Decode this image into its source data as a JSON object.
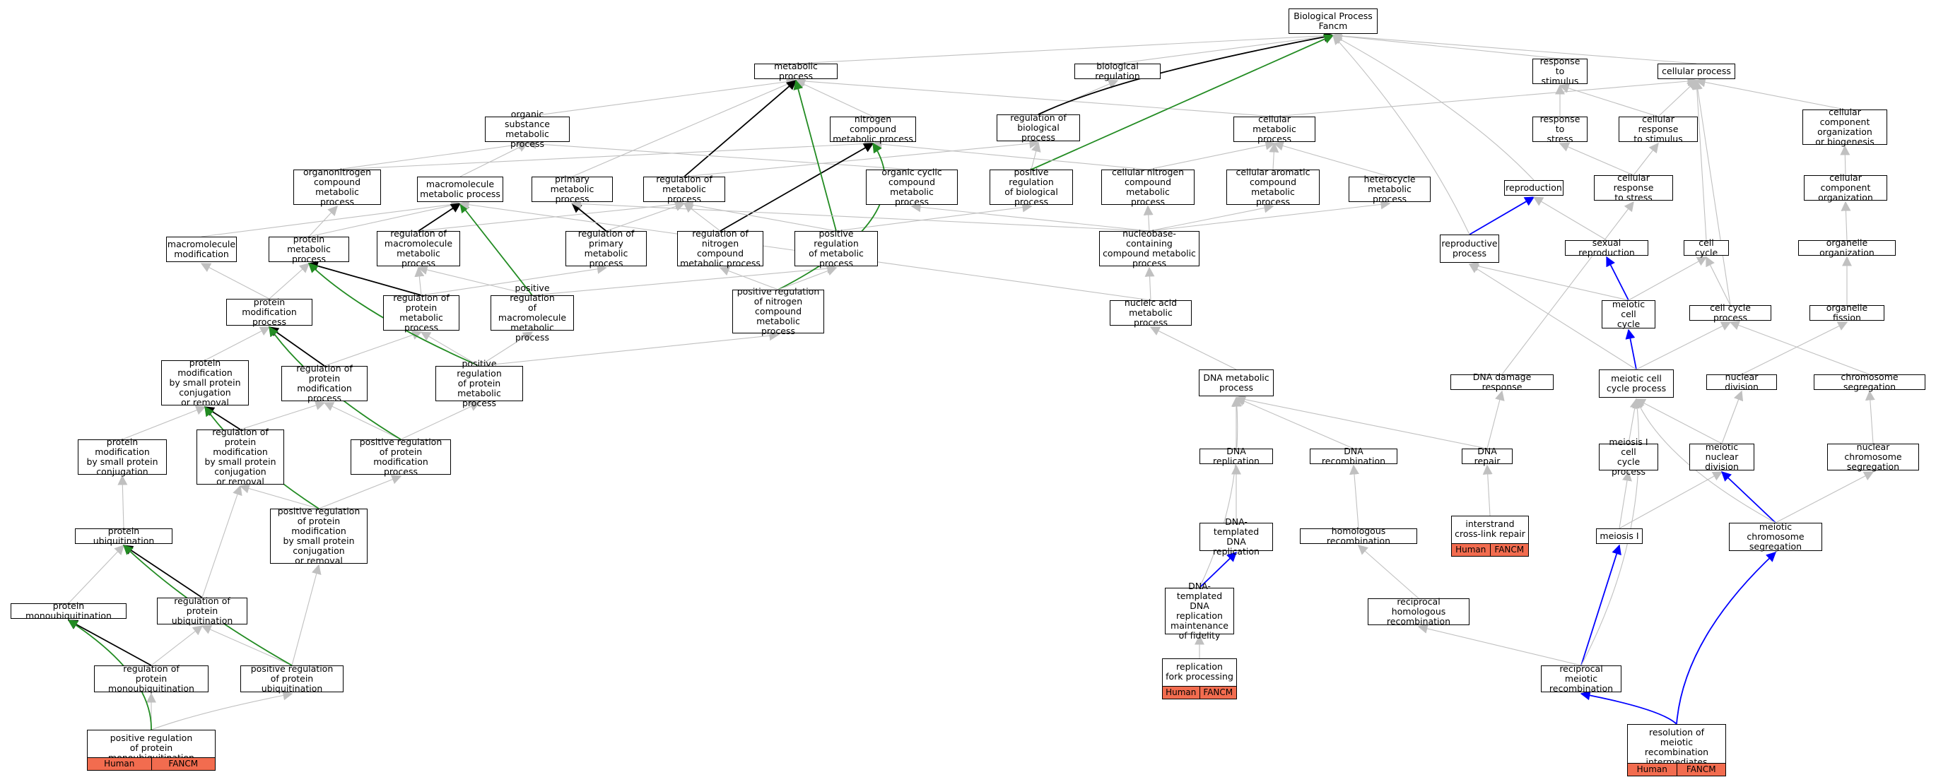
{
  "colors": {
    "is_a": "#c0c0c0",
    "regulates": "#000000",
    "positively_regulates": "#228b22",
    "part_of": "#0000ff",
    "annotation": "#f26c4f"
  },
  "nodes": [
    {
      "id": "bp",
      "label": "Biological Process\nFancm"
    },
    {
      "id": "metabolic",
      "label": "metabolic process"
    },
    {
      "id": "bioreg",
      "label": "biological regulation"
    },
    {
      "id": "resp_stim",
      "label": "response to\nstimulus"
    },
    {
      "id": "cellular",
      "label": "cellular process"
    },
    {
      "id": "org_sub",
      "label": "organic substance\nmetabolic process"
    },
    {
      "id": "nitro",
      "label": "nitrogen compound\nmetabolic process"
    },
    {
      "id": "reg_bio",
      "label": "regulation of\nbiological process"
    },
    {
      "id": "cell_met",
      "label": "cellular metabolic\nprocess"
    },
    {
      "id": "resp_stress",
      "label": "response to\nstress"
    },
    {
      "id": "cell_resp_stim",
      "label": "cellular response\nto stimulus"
    },
    {
      "id": "ccorg_bio",
      "label": "cellular component\norganization\nor biogenesis"
    },
    {
      "id": "orgnitro",
      "label": "organonitrogen\ncompound metabolic\nprocess"
    },
    {
      "id": "macro",
      "label": "macromolecule\nmetabolic process"
    },
    {
      "id": "primary",
      "label": "primary metabolic\nprocess"
    },
    {
      "id": "reg_met",
      "label": "regulation of\nmetabolic process"
    },
    {
      "id": "org_cyclic",
      "label": "organic cyclic\ncompound metabolic\nprocess"
    },
    {
      "id": "pos_reg_bio",
      "label": "positive regulation\nof biological\nprocess"
    },
    {
      "id": "cell_nitro",
      "label": "cellular nitrogen\ncompound metabolic\nprocess"
    },
    {
      "id": "cell_arom",
      "label": "cellular aromatic\ncompound metabolic\nprocess"
    },
    {
      "id": "hetero",
      "label": "heterocycle\nmetabolic process"
    },
    {
      "id": "reproduction",
      "label": "reproduction"
    },
    {
      "id": "cell_resp_stress",
      "label": "cellular response\nto stress"
    },
    {
      "id": "ccorg",
      "label": "cellular component\norganization"
    },
    {
      "id": "macro_mod",
      "label": "macromolecule\nmodification"
    },
    {
      "id": "prot_met",
      "label": "protein metabolic\nprocess"
    },
    {
      "id": "reg_macro",
      "label": "regulation of\nmacromolecule\nmetabolic process"
    },
    {
      "id": "reg_primary",
      "label": "regulation of\nprimary metabolic\nprocess"
    },
    {
      "id": "reg_nitro",
      "label": "regulation of\nnitrogen compound\nmetabolic process"
    },
    {
      "id": "pos_reg_met",
      "label": "positive regulation\nof metabolic\nprocess"
    },
    {
      "id": "nucleobase",
      "label": "nucleobase-containing\ncompound metabolic\nprocess"
    },
    {
      "id": "repro_proc",
      "label": "reproductive\nprocess"
    },
    {
      "id": "sexual",
      "label": "sexual reproduction"
    },
    {
      "id": "cell_cycle",
      "label": "cell cycle"
    },
    {
      "id": "organelle_org",
      "label": "organelle organization"
    },
    {
      "id": "prot_mod",
      "label": "protein modification\nprocess"
    },
    {
      "id": "reg_prot_met",
      "label": "regulation of\nprotein metabolic\nprocess"
    },
    {
      "id": "pos_reg_macro",
      "label": "positive regulation\nof macromolecule\nmetabolic process"
    },
    {
      "id": "pos_reg_nitro",
      "label": "positive regulation\nof nitrogen\ncompound metabolic\nprocess"
    },
    {
      "id": "nucleic",
      "label": "nucleic acid\nmetabolic process"
    },
    {
      "id": "meiotic_cc",
      "label": "meiotic cell\ncycle"
    },
    {
      "id": "cc_proc",
      "label": "cell cycle process"
    },
    {
      "id": "organelle_fis",
      "label": "organelle fission"
    },
    {
      "id": "pm_spc",
      "label": "protein modification\nby small protein\nconjugation\nor removal"
    },
    {
      "id": "reg_prot_mod",
      "label": "regulation of\nprotein modification\nprocess"
    },
    {
      "id": "pos_reg_prot_met",
      "label": "positive regulation\nof protein metabolic\nprocess"
    },
    {
      "id": "dna_met",
      "label": "DNA metabolic\nprocess"
    },
    {
      "id": "dna_damage",
      "label": "DNA damage response"
    },
    {
      "id": "meiotic_ccp",
      "label": "meiotic cell\ncycle process"
    },
    {
      "id": "nuc_div",
      "label": "nuclear division"
    },
    {
      "id": "chrom_seg",
      "label": "chromosome segregation"
    },
    {
      "id": "pm_sp_conj",
      "label": "protein modification\nby small protein\nconjugation"
    },
    {
      "id": "reg_pm_spc",
      "label": "regulation of\nprotein modification\nby small protein\nconjugation\nor removal"
    },
    {
      "id": "pos_reg_prot_mod",
      "label": "positive regulation\nof protein modification\nprocess"
    },
    {
      "id": "dna_rep",
      "label": "DNA replication"
    },
    {
      "id": "dna_recomb",
      "label": "DNA recombination"
    },
    {
      "id": "dna_repair",
      "label": "DNA repair"
    },
    {
      "id": "meiosis1_ccp",
      "label": "meiosis I cell\ncycle process"
    },
    {
      "id": "meiotic_nuc_div",
      "label": "meiotic nuclear\ndivision"
    },
    {
      "id": "nuc_chrom_seg",
      "label": "nuclear chromosome\nsegregation"
    },
    {
      "id": "prot_ubiq",
      "label": "protein ubiquitination"
    },
    {
      "id": "pos_reg_pm_spc",
      "label": "positive regulation\nof protein modification\nby small protein\nconjugation\nor removal"
    },
    {
      "id": "dna_templ_rep",
      "label": "DNA-templated\nDNA replication"
    },
    {
      "id": "homol_recomb",
      "label": "homologous recombination"
    },
    {
      "id": "interstrand",
      "label": "interstrand\ncross-link repair",
      "tags": [
        "Human",
        "FANCM"
      ]
    },
    {
      "id": "meiosis1",
      "label": "meiosis I"
    },
    {
      "id": "meiotic_chrom_seg",
      "label": "meiotic chromosome\nsegregation"
    },
    {
      "id": "prot_monoubiq",
      "label": "protein monoubiquitination"
    },
    {
      "id": "reg_prot_ubiq",
      "label": "regulation of\nprotein ubiquitination"
    },
    {
      "id": "dna_fidelity",
      "label": "DNA-templated\nDNA replication\nmaintenance\nof fidelity"
    },
    {
      "id": "recip_homol",
      "label": "reciprocal homologous\nrecombination"
    },
    {
      "id": "reg_prot_monoubiq",
      "label": "regulation of\nprotein monoubiquitination"
    },
    {
      "id": "pos_reg_prot_ubiq",
      "label": "positive regulation\nof protein ubiquitination"
    },
    {
      "id": "recip_meiotic",
      "label": "reciprocal meiotic\nrecombination"
    },
    {
      "id": "rep_fork",
      "label": "replication\nfork processing",
      "tags": [
        "Human",
        "FANCM"
      ]
    },
    {
      "id": "pos_reg_prot_monoubiq",
      "label": "positive regulation\nof protein monoubiquitination",
      "tags": [
        "Human",
        "FANCM"
      ]
    },
    {
      "id": "resolution",
      "label": "resolution of\nmeiotic recombination\nintermediates",
      "tags": [
        "Human",
        "FANCM"
      ]
    }
  ]
}
